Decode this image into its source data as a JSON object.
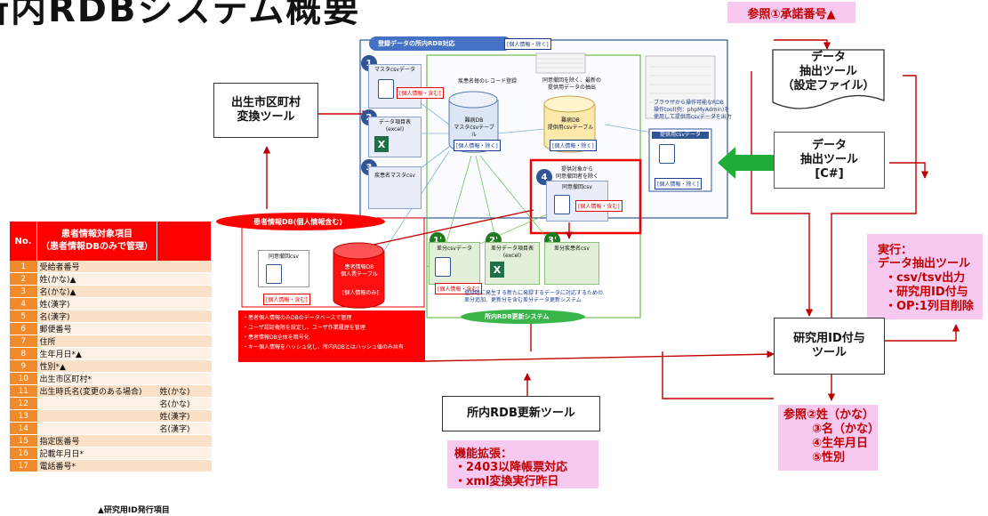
{
  "title": "所内RDBシステム概要",
  "ref1": "参照①承諾番号▲",
  "top_area_label": "登録データの所内RDB対応",
  "top_area_tag": "[個人情報・除く]",
  "left_tool": "出生市区町村\n変換ツール",
  "patient_db_label": "患者情報DB(個人情報含む)",
  "table": {
    "header_no": "No.",
    "header_item": "患者情報対象項目\n（患者情報DBのみで管理）",
    "rows": [
      {
        "no": "1",
        "item": "受給者番号",
        "sub": ""
      },
      {
        "no": "2",
        "item": "姓(かな)▲",
        "sub": ""
      },
      {
        "no": "3",
        "item": "名(かな)▲",
        "sub": ""
      },
      {
        "no": "4",
        "item": "姓(漢字)",
        "sub": ""
      },
      {
        "no": "5",
        "item": "名(漢字)",
        "sub": ""
      },
      {
        "no": "6",
        "item": "郵便番号",
        "sub": ""
      },
      {
        "no": "7",
        "item": "住所",
        "sub": ""
      },
      {
        "no": "8",
        "item": "生年月日*▲",
        "sub": ""
      },
      {
        "no": "9",
        "item": "性別*▲",
        "sub": ""
      },
      {
        "no": "10",
        "item": "出生市区町村*",
        "sub": ""
      },
      {
        "no": "11",
        "item": "出生時氏名(変更のある場合)",
        "sub": "姓(かな)"
      },
      {
        "no": "12",
        "item": "",
        "sub": "名(かな)"
      },
      {
        "no": "13",
        "item": "",
        "sub": "姓(漢字)"
      },
      {
        "no": "14",
        "item": "",
        "sub": "名(漢字)"
      },
      {
        "no": "15",
        "item": "指定医番号",
        "sub": ""
      },
      {
        "no": "16",
        "item": "記載年月日*",
        "sub": ""
      },
      {
        "no": "17",
        "item": "電話番号*",
        "sub": ""
      }
    ],
    "footnote": "▲研究用ID発行項目"
  },
  "diagram": {
    "master_csv": "マスタcsvデータ",
    "data_item_table": "データ項目表\n(excel)",
    "disease_master": "疾患名マスタcsv",
    "mask_db_label": "難病DB\nマスタcsvテーブル",
    "prov_db_label": "難病DB\n提供用csvテーブル",
    "prov_csv": "提供用csvデータ",
    "cons_csv": "同意撤回csv",
    "diff_csv": "差分csvデータ",
    "diff_items": "差分データ項目表\n(excel)",
    "diff_disease": "差分疾患名csv",
    "personal_db": "患者情報DB\n個人票テーブル",
    "personal_only": "[個人情報のみ]",
    "cons_csv2": "同意撤回csv",
    "incl_tag": "[個人情報・含む]",
    "excl_tag": "[個人情報・除く]",
    "rdb_update_system": "所内RDB更新システム",
    "note_master": "疾患名毎のレコード登録",
    "note_prov": "同意撤回を除く、最新の\n提供用データの抽出",
    "note_cons": "提供対象から\n同意撤回者を除く",
    "note_tool": "ブラウザから操作可能なRDB\n操作tool(例：phpMyAdmin)を\n使用して提供用csvデータを出力",
    "note_diff": "登録時に発生する新たに発録するデータに対応するための\n差分追加、更新分を含む差分データ更新システム",
    "red_notes": [
      "・患者個人情報のみDBのデータベースで管理",
      "・ユーザ認証権限を設定し、ユーザ作業履歴を管理",
      "・患者情報DB全体を暗号化",
      "・キー個人情報をハッシュ化し、所内RDBとはハッシュ値のみ共有"
    ]
  },
  "tools": {
    "extract_config": "データ\n抽出ツール\n（設定ファイル）",
    "extract_cs": "データ\n抽出ツール\n[C#]",
    "research_id": "研究用ID付与\nツール",
    "rdb_update": "所内RDB更新ツール"
  },
  "exec_note": {
    "title": "実行：",
    "line1": "データ抽出ツール",
    "items": [
      "・csv/tsv出力",
      "・研究用ID付与",
      "・OP:1列目削除"
    ]
  },
  "ref2": {
    "line1": "参照②姓（かな）",
    "items": [
      "③名（かな）",
      "④生年月日",
      "⑤性別"
    ]
  },
  "feature": {
    "title": "機能拡張：",
    "items": [
      "・2403以降帳票対応",
      "・xml変換実行昨日"
    ]
  }
}
